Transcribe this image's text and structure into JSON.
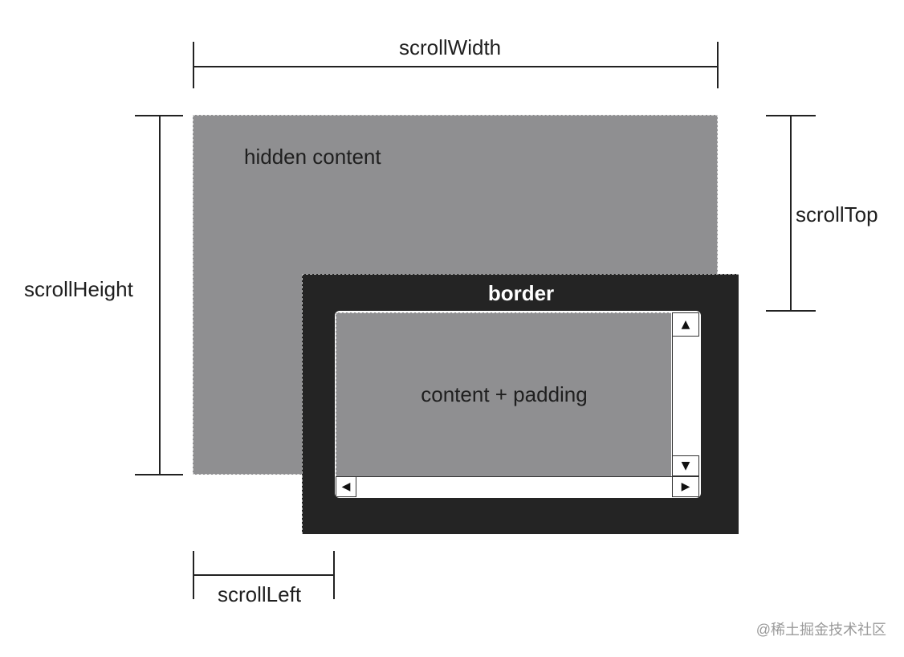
{
  "labels": {
    "scroll_width": "scrollWidth",
    "scroll_height": "scrollHeight",
    "scroll_top": "scrollTop",
    "scroll_left": "scrollLeft",
    "hidden_content": "hidden content",
    "border": "border",
    "content_padding": "content + padding"
  },
  "scrollbar_icons": {
    "up": "▲",
    "down": "▼",
    "left": "◀",
    "right": "▶"
  },
  "watermark": "@稀土掘金技术社区",
  "colors": {
    "hidden_region": "#8f8f91",
    "border_box": "#242424",
    "content_area": "#8f8f91",
    "lines": "#222222"
  }
}
